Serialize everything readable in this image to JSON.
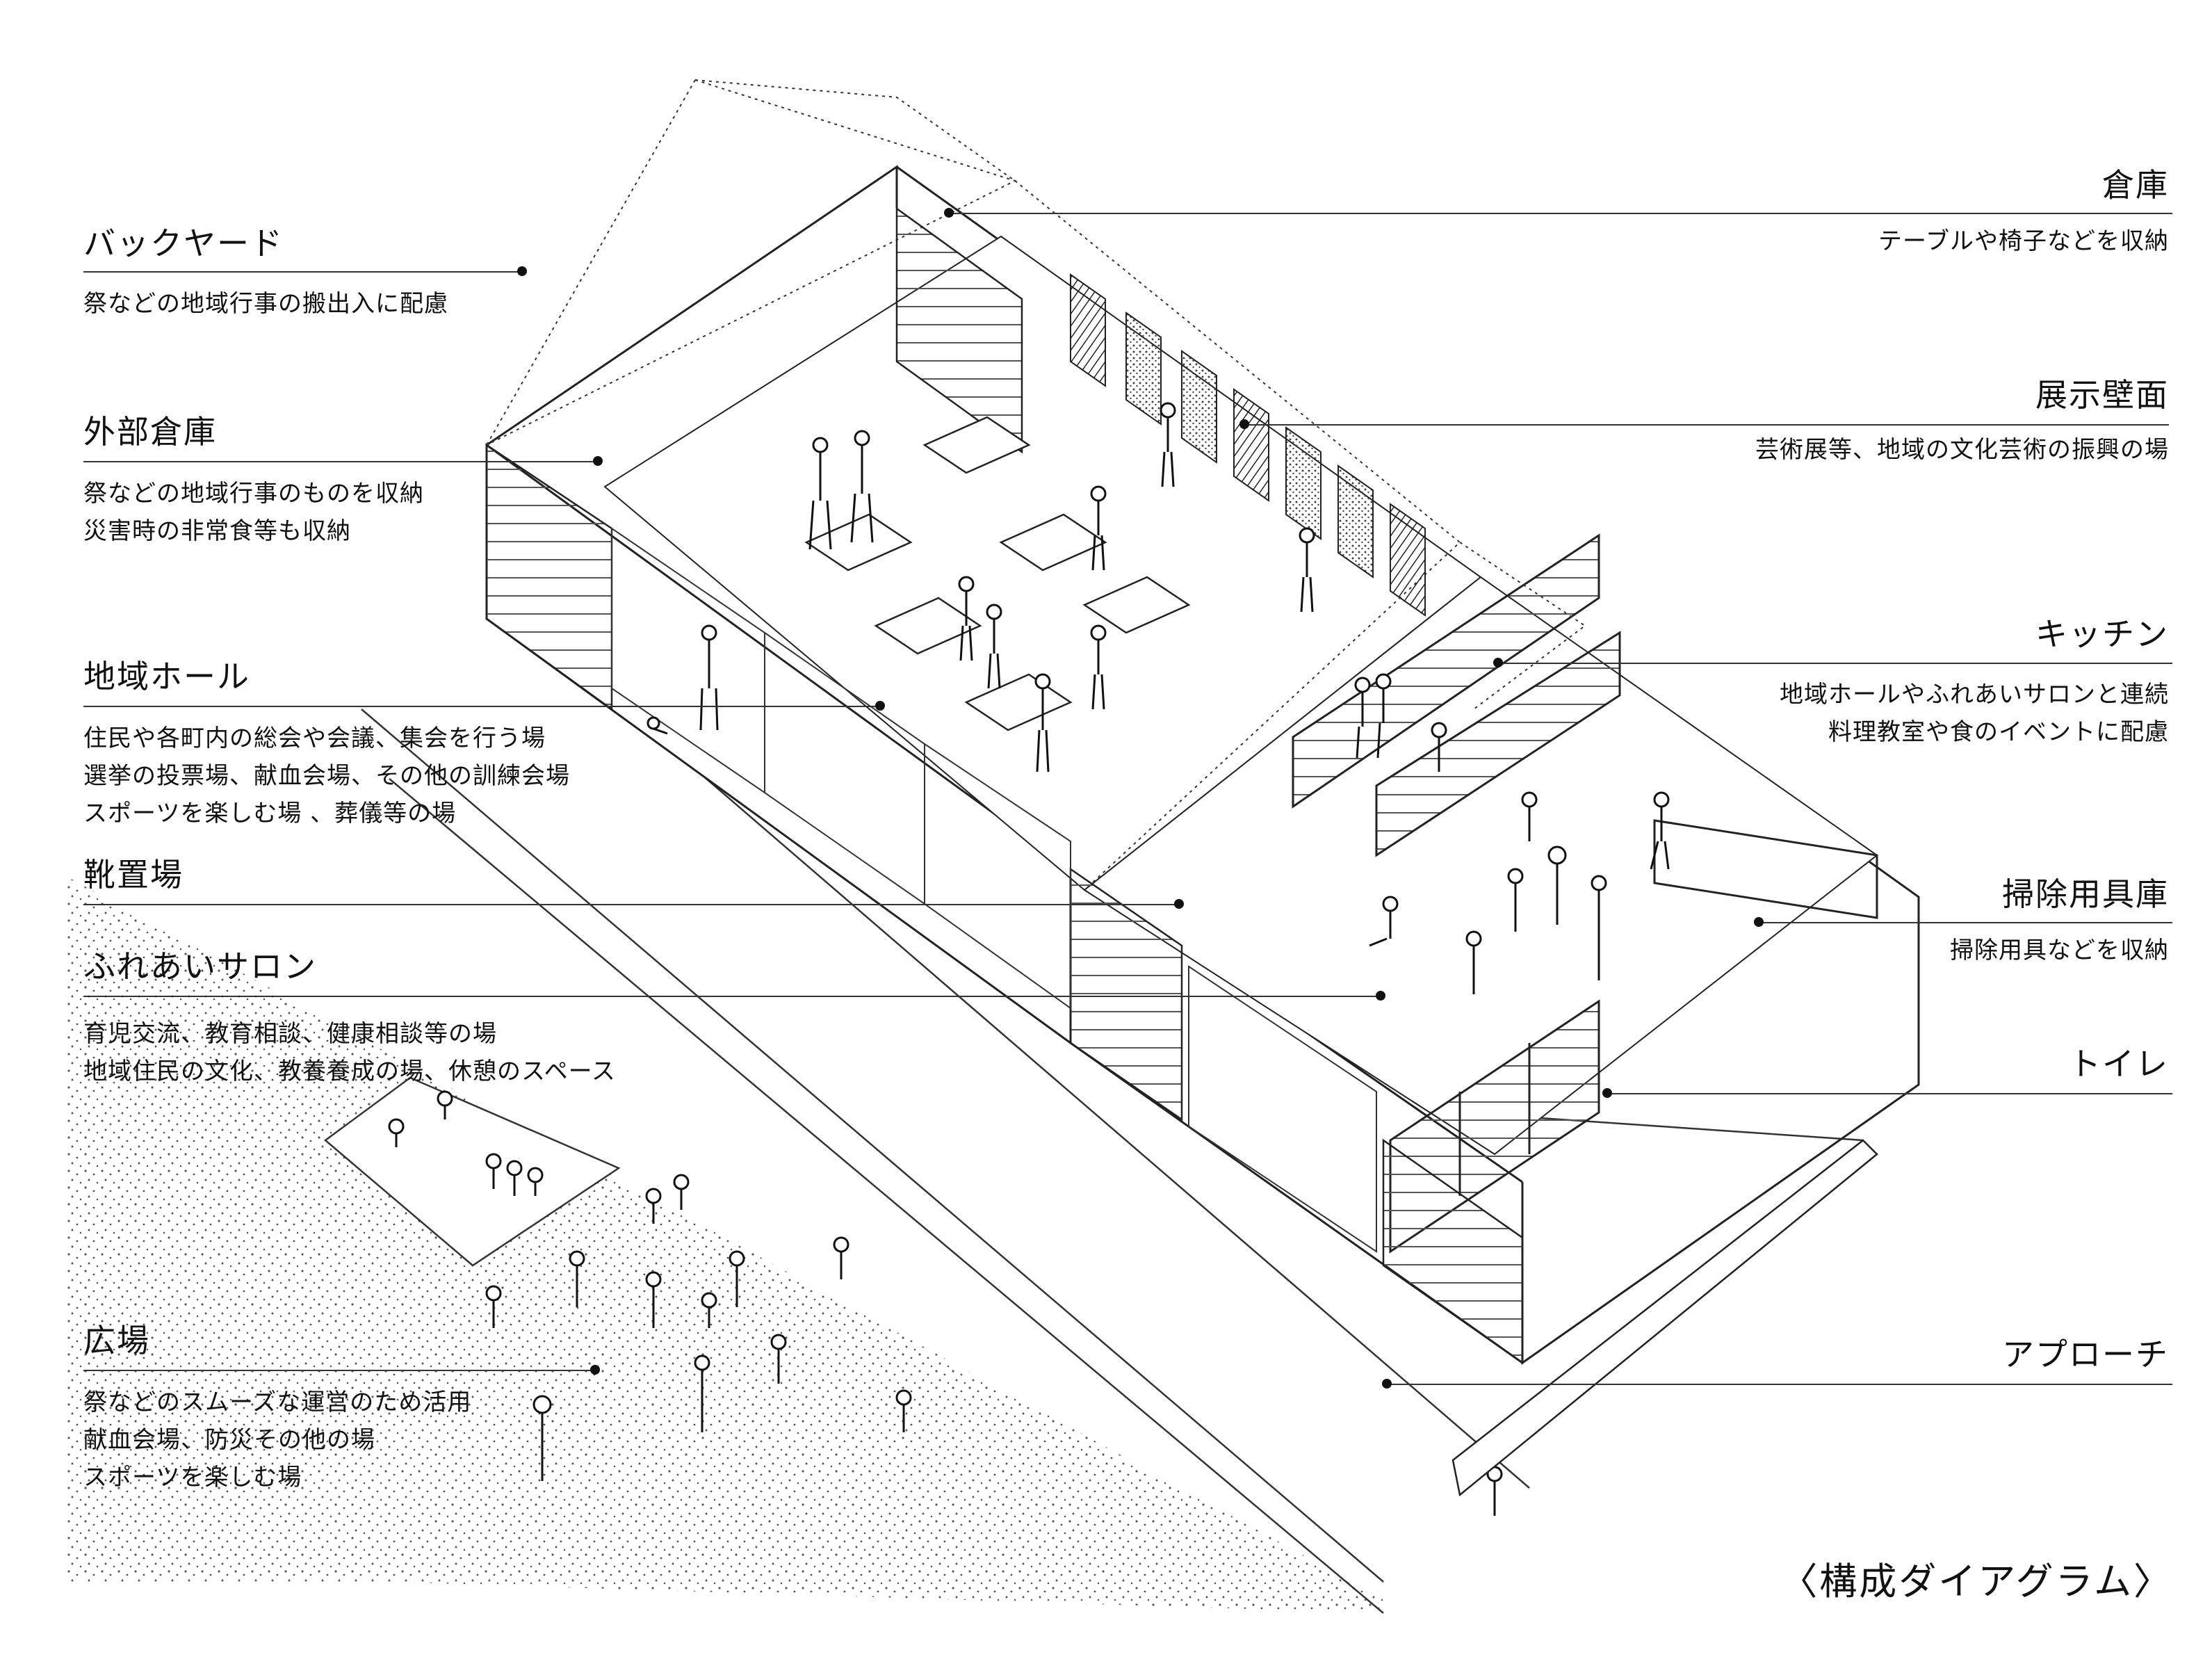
{
  "labels": [
    {
      "key": "backyard",
      "title": "バックヤード",
      "desc": [
        "祭などの地域行事の搬出入に配慮"
      ]
    },
    {
      "key": "outdoor_storage",
      "title": "外部倉庫",
      "desc": [
        "祭などの地域行事のものを収納",
        "災害時の非常食等も収納"
      ]
    },
    {
      "key": "community_hall",
      "title": "地域ホール",
      "desc": [
        "住民や各町内の総会や会議、集会を行う場",
        "選挙の投票場、献血会場、その他の訓練会場",
        "スポーツを楽しむ場 、葬儀等の場"
      ]
    },
    {
      "key": "shoe_area",
      "title": "靴置場",
      "desc": []
    },
    {
      "key": "fureai_salon",
      "title": "ふれあいサロン",
      "desc": [
        "育児交流、教育相談、健康相談等の場",
        "地域住民の文化、教養養成の場、休憩のスペース"
      ]
    },
    {
      "key": "plaza",
      "title": "広場",
      "desc": [
        "祭などのスムーズな運営のため活用",
        "献血会場、防災その他の場",
        "スポーツを楽しむ場"
      ]
    },
    {
      "key": "storage",
      "title": "倉庫",
      "desc": [
        "テーブルや椅子などを収納"
      ]
    },
    {
      "key": "exhibition_wall",
      "title": "展示壁面",
      "desc": [
        "芸術展等、地域の文化芸術の振興の場"
      ]
    },
    {
      "key": "kitchen",
      "title": "キッチン",
      "desc": [
        "地域ホールやふれあいサロンと連続",
        "料理教室や食のイベントに配慮"
      ]
    },
    {
      "key": "cleaning_storage",
      "title": "掃除用具庫",
      "desc": [
        "掃除用具などを収納"
      ]
    },
    {
      "key": "toilet",
      "title": "トイレ",
      "desc": []
    },
    {
      "key": "approach",
      "title": "アプローチ",
      "desc": []
    }
  ],
  "caption": "〈構成ダイアグラム〉"
}
